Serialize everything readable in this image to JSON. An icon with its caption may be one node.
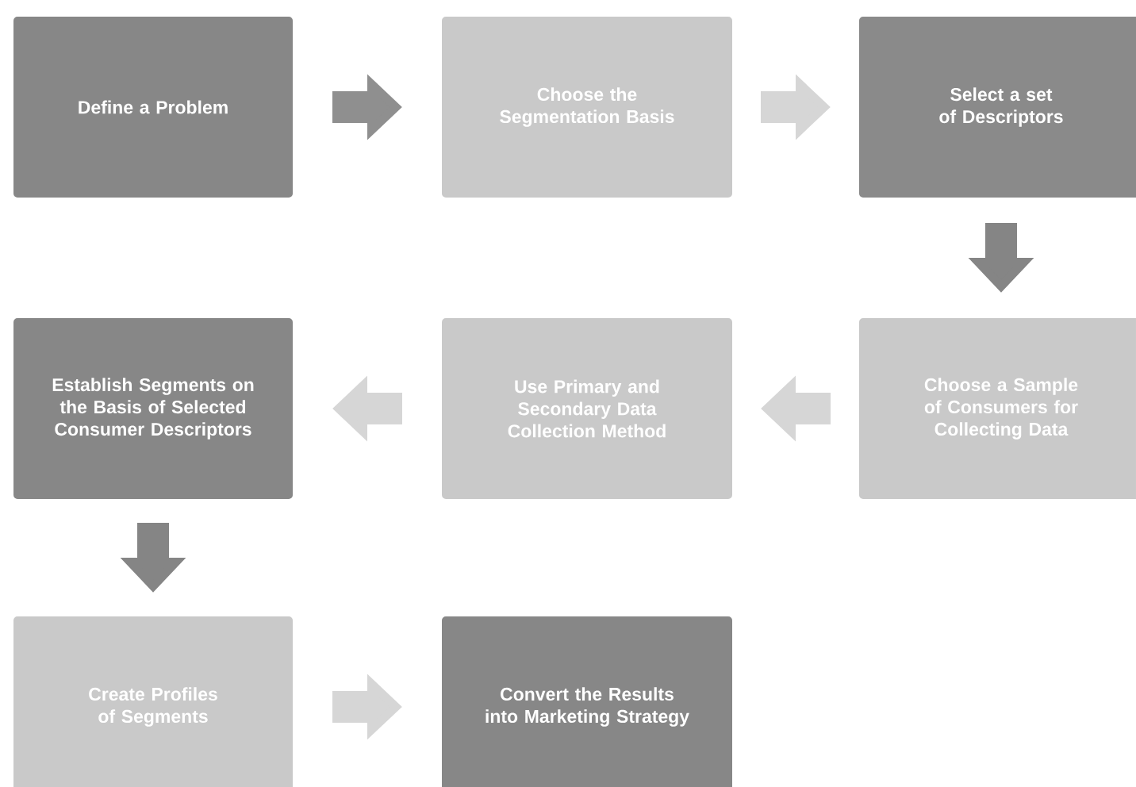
{
  "diagram": {
    "nodes": [
      {
        "text": [
          "Define a Problem"
        ]
      },
      {
        "text": [
          "Choose the Segmentation Basis"
        ]
      },
      {
        "text": [
          "Select a set of Descriptors"
        ]
      },
      {
        "text": [
          "Choose a Sample of Consumers for Collecting Data"
        ]
      },
      {
        "text": [
          "Use Primary and Secondary Data Collection Method"
        ]
      },
      {
        "text": [
          "Establish Segments on the Basis of Selected Consumer Descriptors"
        ]
      },
      {
        "text": [
          "Create Profiles of Segments"
        ]
      },
      {
        "text": [
          "Convert the Results into Marketing Strategy"
        ]
      }
    ],
    "edges": [
      {
        "from": 0,
        "to": 1,
        "arrow": "to",
        "color": "#8f8f8f"
      },
      {
        "from": 1,
        "to": 2,
        "arrow": "to"
      },
      {
        "from": 2,
        "to": 3,
        "arrow": "to",
        "color": "#858585"
      },
      {
        "from": 3,
        "to": 4,
        "arrow": "to"
      },
      {
        "from": 4,
        "to": 5,
        "arrow": "to"
      },
      {
        "from": 5,
        "to": 6,
        "arrow": "to",
        "color": "#858585"
      },
      {
        "from": 6,
        "to": 7,
        "arrow": "to"
      }
    ]
  }
}
